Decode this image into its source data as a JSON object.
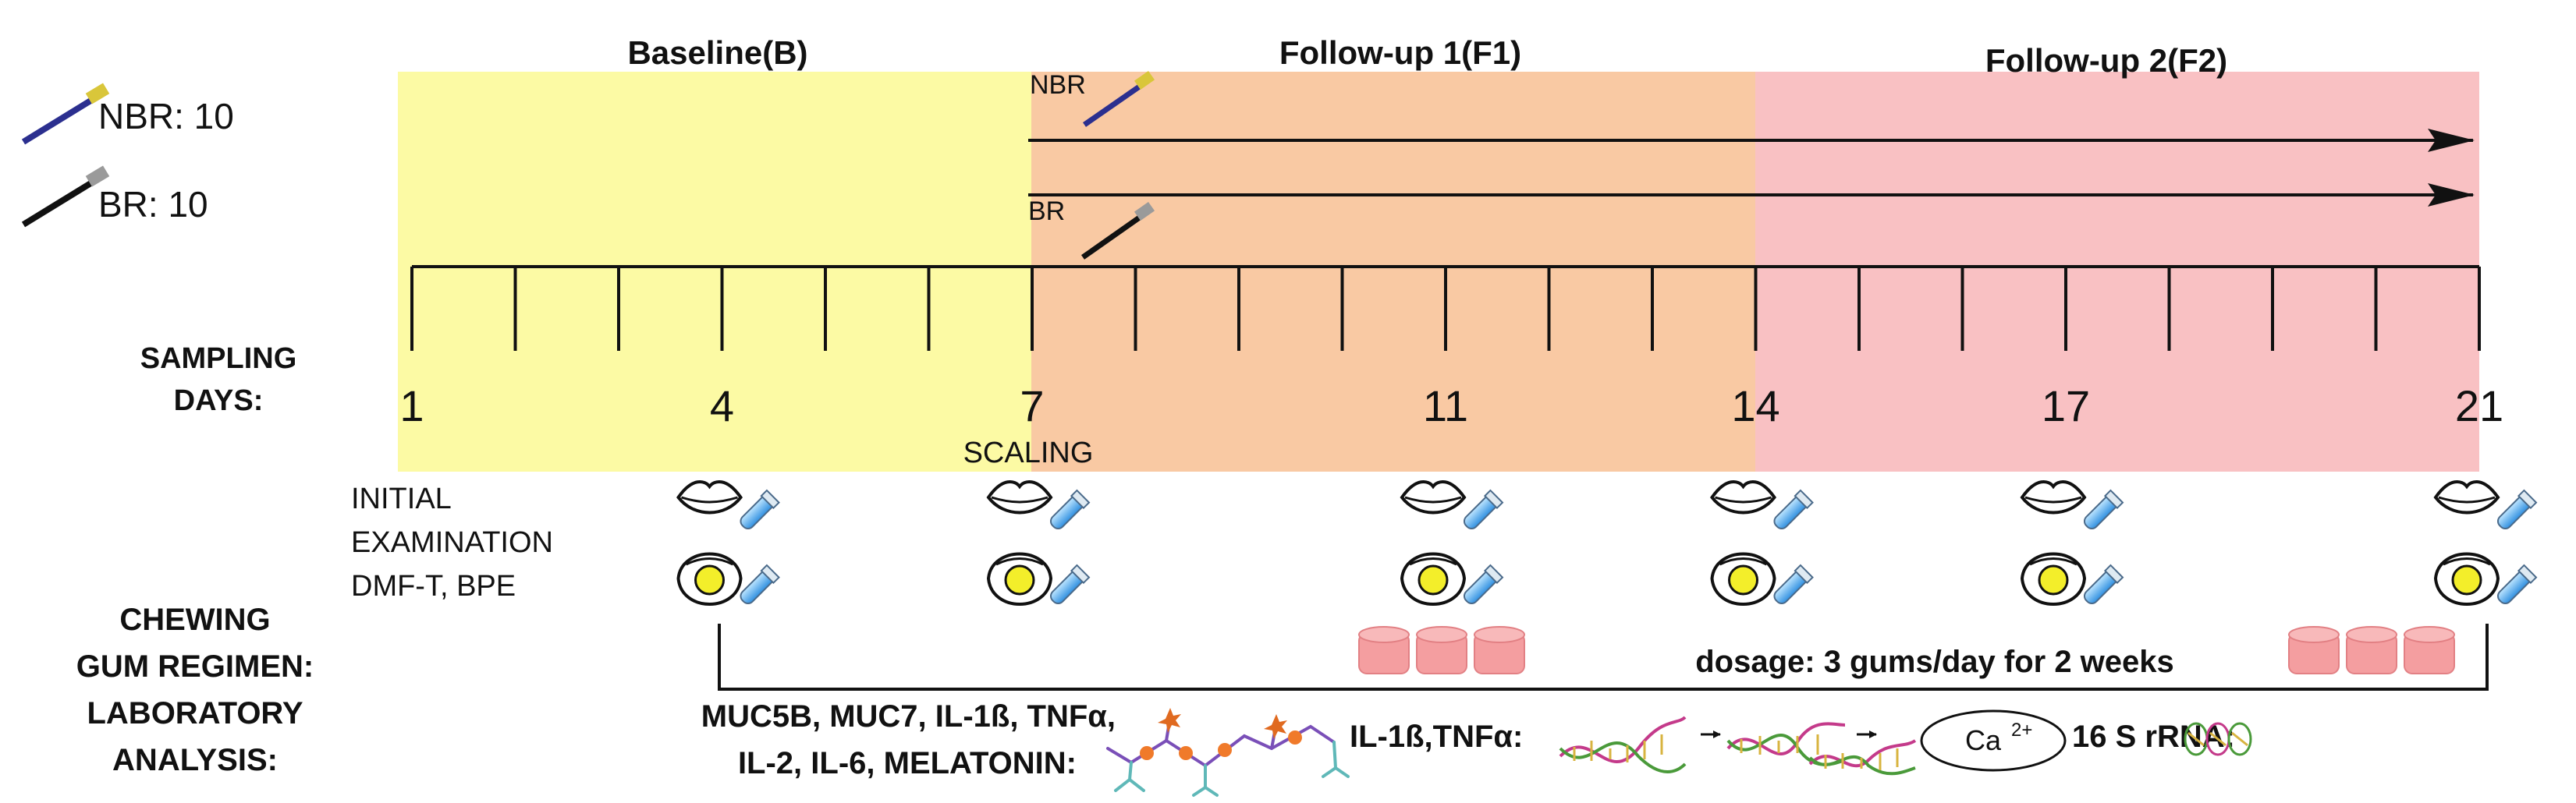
{
  "phases": {
    "baseline": {
      "label": "Baseline(B)",
      "color": "#fcfaa4"
    },
    "followup1": {
      "label": "Follow-up 1(F1)",
      "color": "#f9c9a3"
    },
    "followup2": {
      "label": "Follow-up 2(F2)",
      "color": "#f9c1c3"
    }
  },
  "groups": {
    "nbr": {
      "legend": "NBR: 10",
      "tag": "NBR",
      "brush_color": "#2b2f8f",
      "head_color": "#d9c63a"
    },
    "br": {
      "legend": "BR: 10",
      "tag": "BR",
      "brush_color": "#111111",
      "head_color": "#9a9a9a"
    }
  },
  "timeline": {
    "label_line1": "SAMPLING",
    "label_line2": "DAYS:",
    "first_day": 1,
    "last_day": 21,
    "day_labels": [
      "1",
      "4",
      "7",
      "11",
      "14",
      "17",
      "21"
    ],
    "scaling_label": "SCALING",
    "sample_days": [
      4,
      7,
      11,
      14,
      17,
      21
    ]
  },
  "exam": {
    "line1": "INITIAL",
    "line2": "EXAMINATION",
    "line3": "DMF-T, BPE"
  },
  "gum": {
    "line1": "CHEWING",
    "line2": "GUM REGIMEN:",
    "dosage": "dosage: 3 gums/day for 2 weeks",
    "color": "#f49ea0"
  },
  "lab": {
    "line1": "LABORATORY",
    "line2": "ANALYSIS:",
    "markers_line1": "MUC5B, MUC7, IL-1ß, TNFα,",
    "markers_line2": "IL-2, IL-6, MELATONIN:",
    "cytokines": "IL-1ß,TNFα:",
    "calcium": "Ca",
    "calcium_sup": "2+",
    "rrna": "16 S rRNA:"
  }
}
